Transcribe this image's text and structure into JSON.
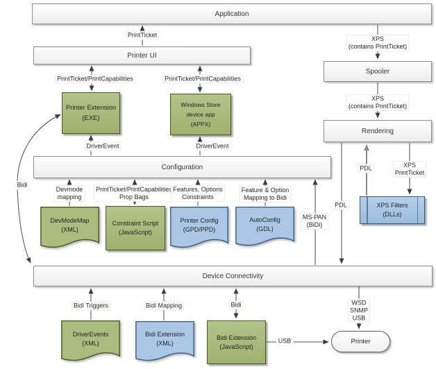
{
  "bars": {
    "application": "Application",
    "printer_ui": "Printer UI",
    "configuration": "Configuration",
    "device_connectivity": "Device Connectivity"
  },
  "boxes": {
    "printer_extension": {
      "line1": "Printer Extension",
      "line2": "(EXE)"
    },
    "store_app": {
      "line1": "Windows Store",
      "line2": "device app",
      "line3": "(APPX)"
    },
    "spooler": "Spooler",
    "rendering": "Rendering",
    "devmodemap": {
      "line1": "DevModeMap",
      "line2": "(XML)"
    },
    "constraint_script": {
      "line1": "Constraint Script",
      "line2": "(JavaScript)"
    },
    "printer_config": {
      "line1": "Printer Config",
      "line2": "(GPD/PPD)"
    },
    "autoconfig": {
      "line1": "AutoConfig",
      "line2": "(GDL)"
    },
    "xps_filters": {
      "line1": "XPS Filters",
      "line2": "(DLLs)"
    },
    "driverevents": {
      "line1": "DriverEvents",
      "line2": "(XML)"
    },
    "bidi_ext_xml": {
      "line1": "Bidi Extension",
      "line2": "(XML)"
    },
    "bidi_ext_js": {
      "line1": "Bidi Extension",
      "line2": "(JavaScript)"
    },
    "printer": "Printer"
  },
  "labels": {
    "printticket": "PrintTicket",
    "ptpc_left": "PrintTicket/PrintCapabilities",
    "ptpc_right": "PrintTicket/PrintCapabilities",
    "driverevent_left": "DriverEvent",
    "driverevent_right": "DriverEvent",
    "xps_top": {
      "line1": "XPS",
      "line2": "(contains PrintTicket)"
    },
    "xps_mid": {
      "line1": "XPS",
      "line2": "(contains PrintTicket)"
    },
    "devmode_mapping": {
      "line1": "Devmode",
      "line2": "mapping"
    },
    "prop_bags": {
      "line1": "PrintTicket/PrintCapabilities",
      "line2": "Prop Bags"
    },
    "features_constraints": {
      "line1": "Features, Options",
      "line2": "Constraints"
    },
    "feature_option_bidi": {
      "line1": "Feature & Option",
      "line2": "Mapping to Bidi"
    },
    "ms_pan": {
      "line1": "MS-PAN",
      "line2": "(BiDi)"
    },
    "pdl_left": "PDL",
    "pdl_mid": "PDL",
    "xps_printticket": {
      "line1": "XPS",
      "line2": "PrintTicket"
    },
    "bidi_left": "Bidi",
    "bidi_triggers": "Bidi Triggers",
    "bidi_mapping": "Bidi Mapping",
    "bidi_bottom": "Bidi",
    "usb": "USB",
    "wsd_stack": {
      "line1": "WSD",
      "line2": "SNMP",
      "line3": "USB"
    }
  },
  "colors": {
    "green_fill": "#a9bd7e",
    "green_border": "#4c5420",
    "blue_fill": "#aac8e6",
    "blue_border": "#365a7e",
    "bar_border": "#8c8c8c",
    "line": "#4a4a4a"
  }
}
